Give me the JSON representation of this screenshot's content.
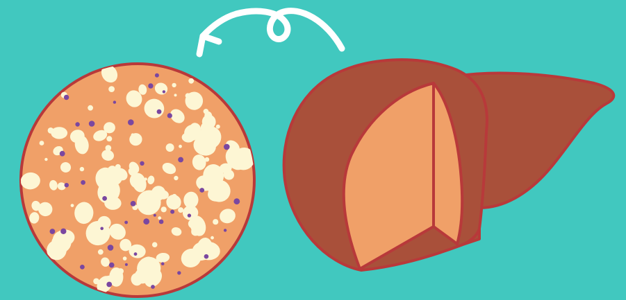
{
  "illustration": {
    "subject": "fatty liver",
    "elements": [
      "curly-arrow",
      "magnified-tissue-circle",
      "liver-cross-section"
    ]
  },
  "colors": {
    "background": "#41c8bf",
    "arrow": "#ffffff",
    "tissue_fill": "#f0a068",
    "fat_droplet": "#fdf6d4",
    "dot_purple": "#7a47a0",
    "liver_dark": "#a9503a",
    "liver_cut": "#f0a068",
    "outline": "#b8393a"
  }
}
